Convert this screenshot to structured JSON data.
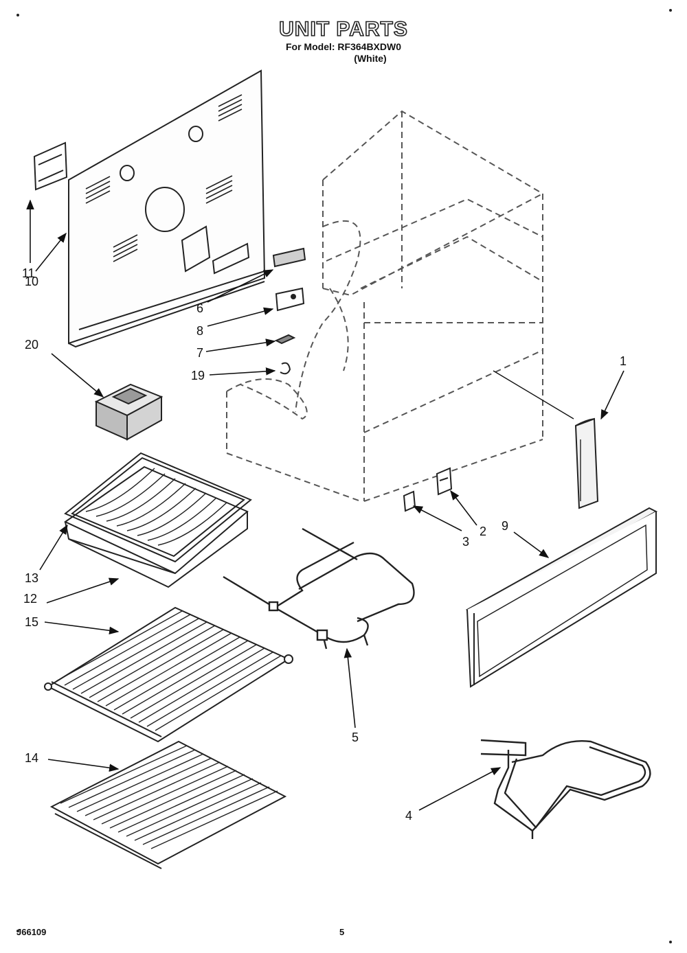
{
  "header": {
    "title": "UNIT PARTS",
    "model_line": "For Model: RF364BXDW0",
    "color_line": "(White)"
  },
  "callouts": [
    "1",
    "2",
    "3",
    "4",
    "5",
    "6",
    "7",
    "8",
    "9",
    "10",
    "11",
    "12",
    "13",
    "14",
    "15",
    "19",
    "20"
  ],
  "footer": {
    "code": "J66109",
    "page": "5"
  }
}
